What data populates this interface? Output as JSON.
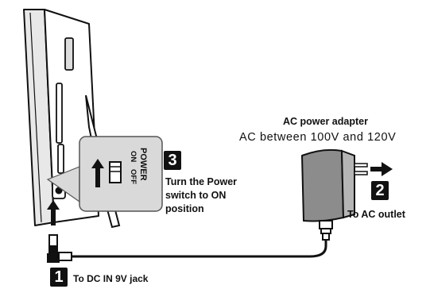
{
  "adapter": {
    "title": "AC power adapter",
    "subtitle": "AC between 100V and 120V"
  },
  "steps": [
    {
      "number": "1",
      "text": "To DC IN 9V jack"
    },
    {
      "number": "2",
      "text": "To AC outlet"
    },
    {
      "number": "3",
      "text_lines": [
        "Turn the Power",
        "switch to ON",
        "position"
      ]
    }
  ],
  "switch_labels": {
    "power": "POWER",
    "on": "ON",
    "off": "OFF"
  }
}
